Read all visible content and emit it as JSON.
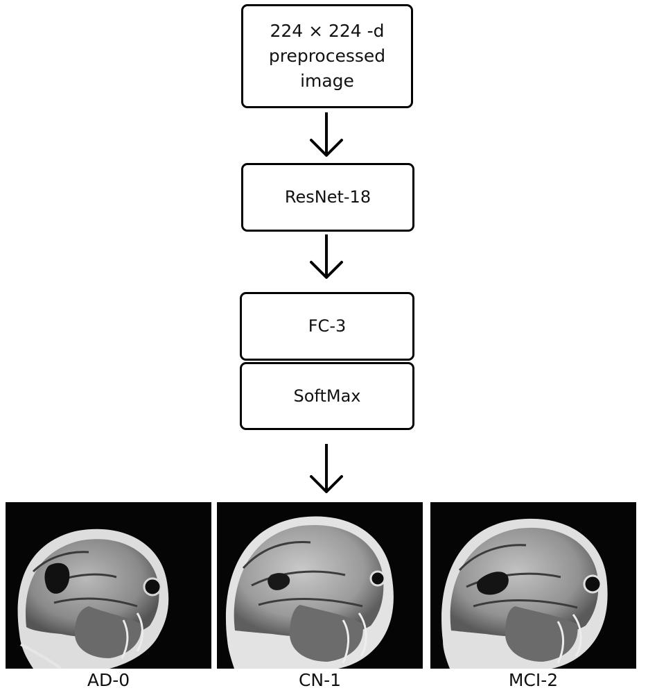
{
  "pipeline": {
    "input_box": [
      "224 × 224 -d",
      "preprocessed",
      "image"
    ],
    "backbone_box": "ResNet-18",
    "fc_box": "FC-3",
    "softmax_box": "SoftMax"
  },
  "classes": [
    {
      "label": "AD-0"
    },
    {
      "label": "CN-1"
    },
    {
      "label": "MCI-2"
    }
  ],
  "icons": {
    "arrow": "down-arrow-icon"
  },
  "colors": {
    "line": "#000000",
    "scan_background": "#050505"
  }
}
